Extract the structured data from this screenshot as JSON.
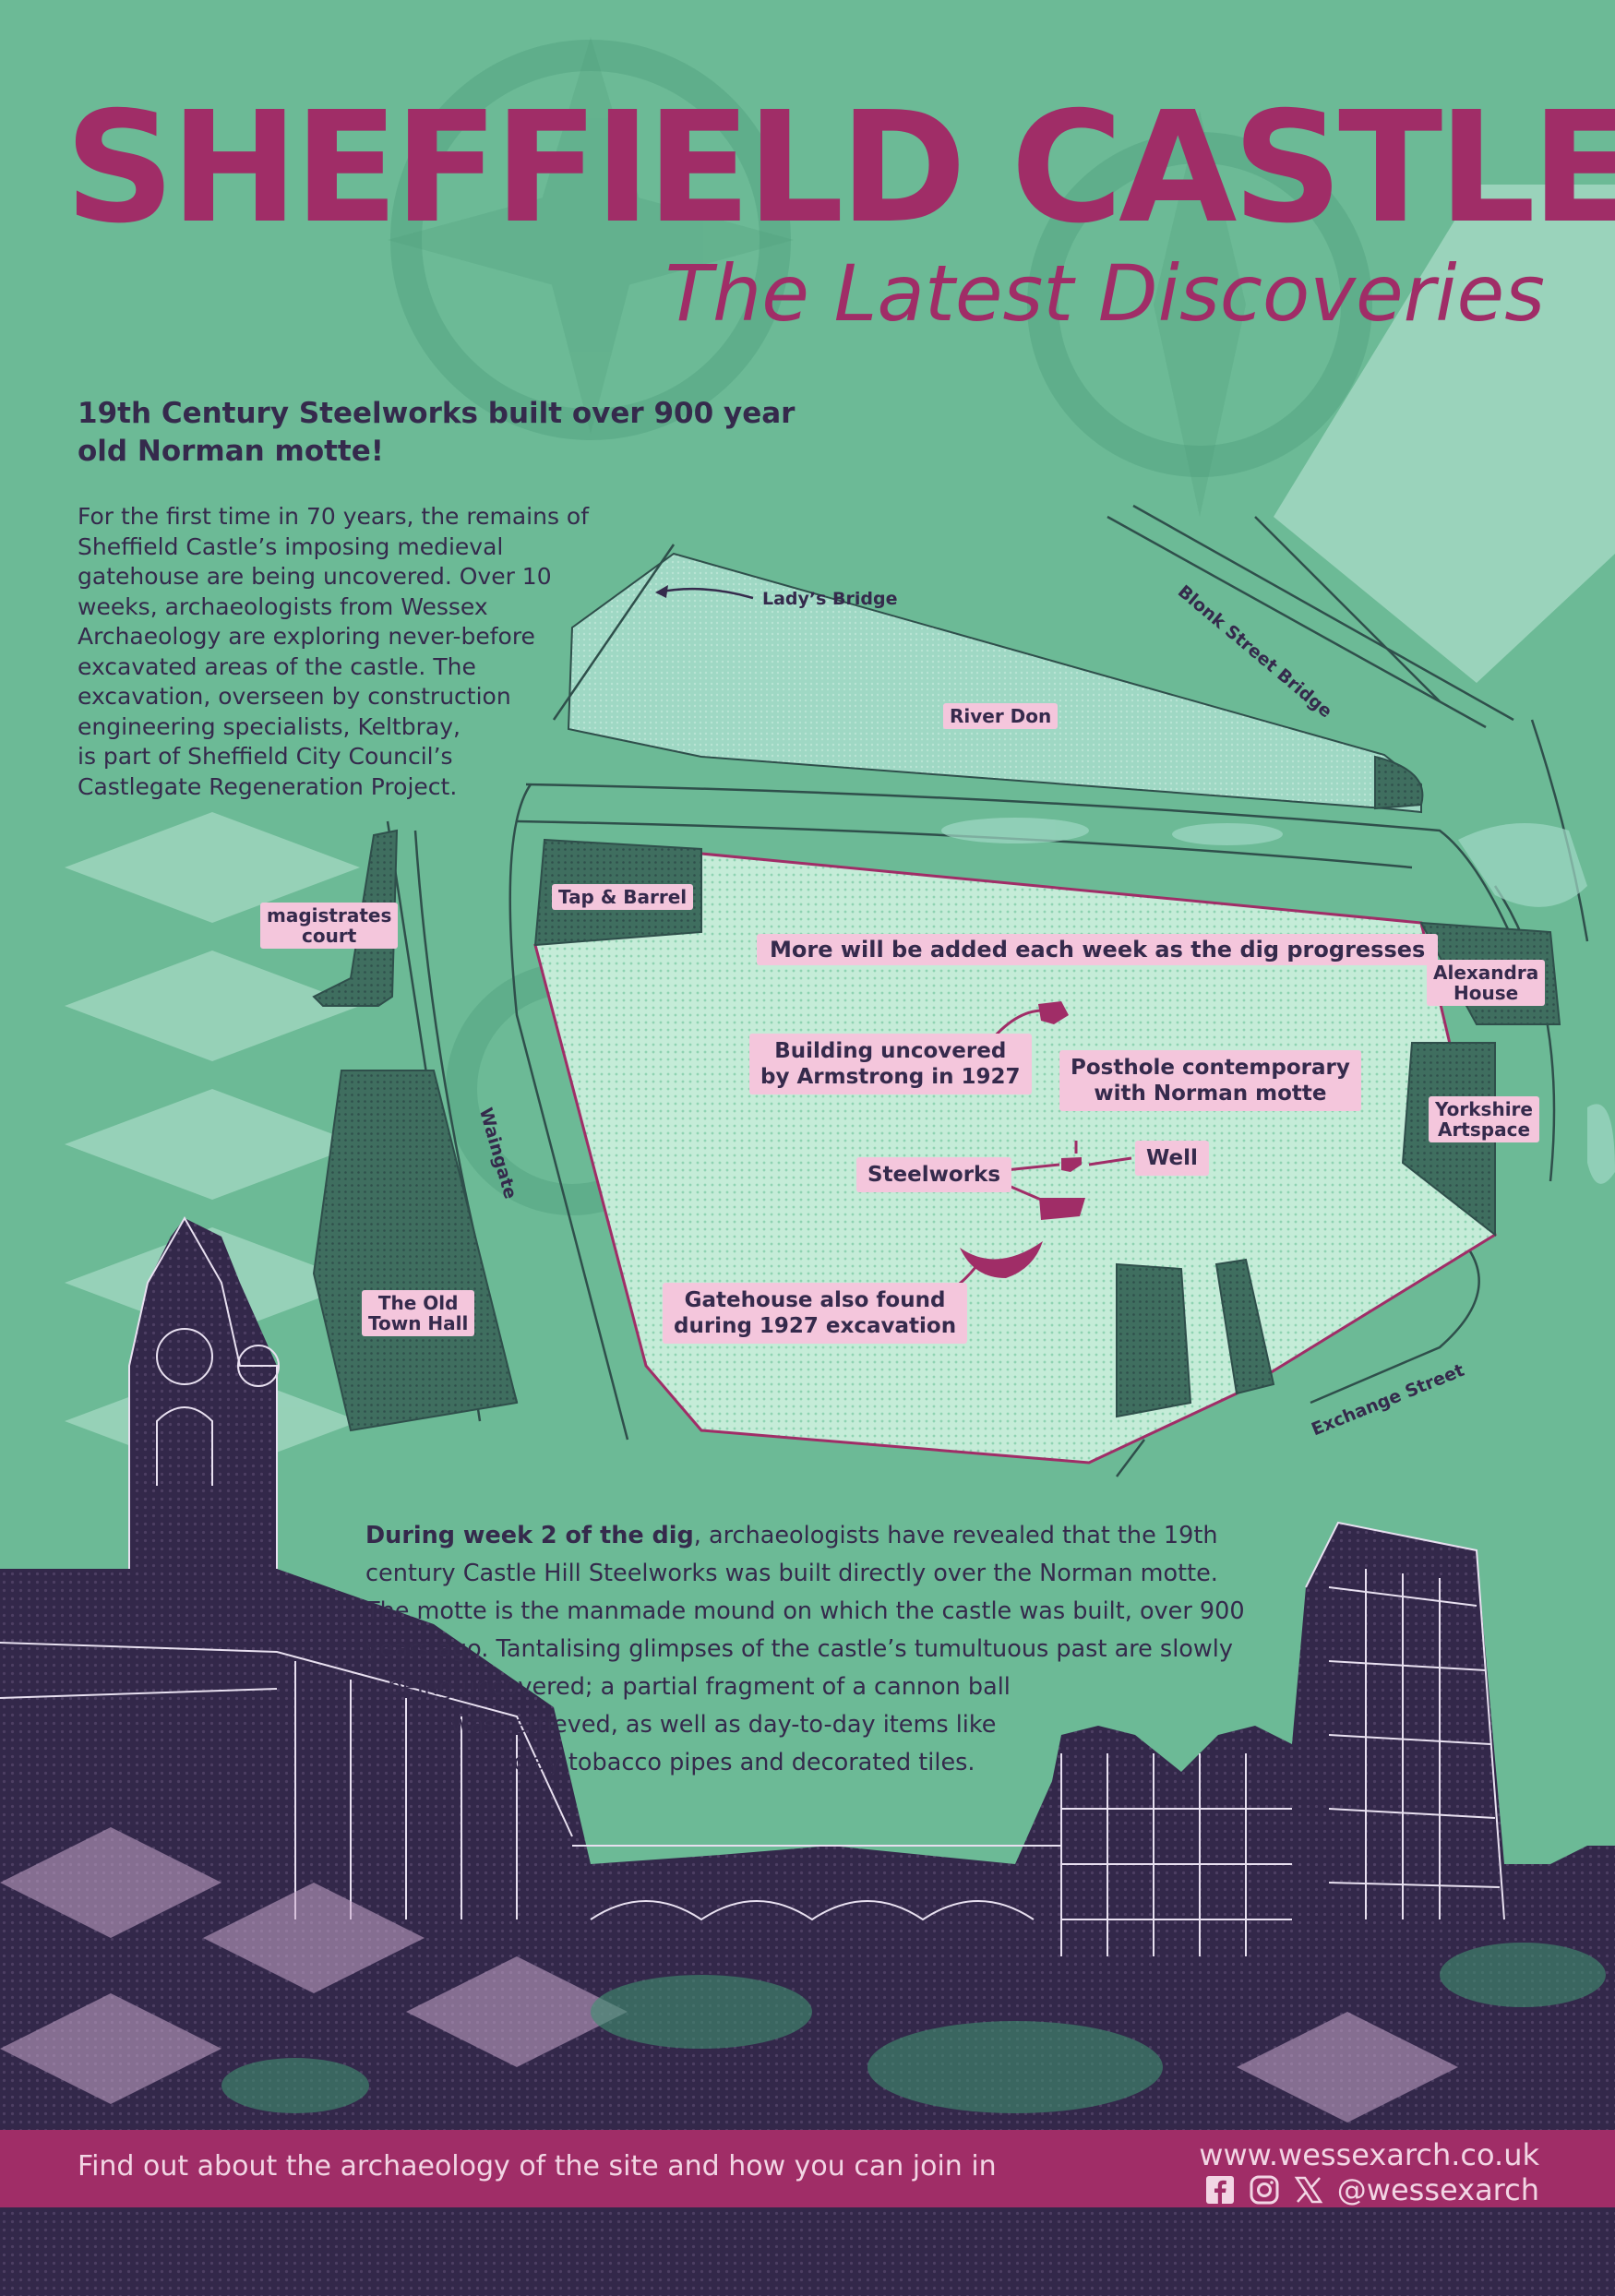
{
  "header": {
    "title": "SHEFFIELD CASTLE",
    "subtitle": "The Latest Discoveries"
  },
  "intro": {
    "headline_line1": "19th Century Steelworks built over 900 year",
    "headline_line2": "old Norman motte!",
    "body_lines": [
      "For the first time in 70 years, the remains of",
      "Sheffield Castle’s imposing medieval",
      "gatehouse are being uncovered. Over 10",
      "weeks, archaeologists from Wessex",
      "Archaeology are exploring never-before",
      "excavated areas of the castle. The",
      "excavation, overseen by construction",
      "engineering specialists, Keltbray,",
      "is part of Sheffield City Council’s",
      "Castlegate Regeneration Project."
    ]
  },
  "map": {
    "places": {
      "ladys_bridge": "Lady’s Bridge",
      "blonk_street_bridge": "Blonk Street Bridge",
      "river_don": "River Don",
      "tap_and_barrel": "Tap & Barrel",
      "magistrates_line1": "magistrates",
      "magistrates_line2": "court",
      "alexandra_line1": "Alexandra",
      "alexandra_line2": "House",
      "yorkshire_line1": "Yorkshire",
      "yorkshire_line2": "Artspace",
      "waingate": "Waingate",
      "old_town_hall_line1": "The Old",
      "old_town_hall_line2": "Town Hall",
      "exchange_street": "Exchange Street"
    },
    "notes": {
      "weekly": "More will be added each week as the dig progresses",
      "building_line1": "Building uncovered",
      "building_line2": "by Armstrong in 1927",
      "posthole_line1": "Posthole contemporary",
      "posthole_line2": "with Norman motte",
      "steelworks": "Steelworks",
      "well": "Well",
      "gatehouse_line1": "Gatehouse also found",
      "gatehouse_line2": "during 1927 excavation"
    }
  },
  "week2": {
    "lead": "During week 2 of the dig",
    "line1_rest": ", archaeologists have revealed that the 19th",
    "line2": "century Castle Hill Steelworks was built directly over the Norman motte.",
    "line3": "The motte is the manmade mound on which the castle was built, over 900",
    "line4": "years ago. Tantalising glimpses of the castle’s tumultuous past are slowly",
    "line5": "being uncovered; a partial fragment of a cannon ball",
    "line6": "was retrieved, as well as day-to-day items like",
    "line7": "clay tobacco pipes and decorated tiles."
  },
  "footer": {
    "call_to_action": "Find out about the archaeology of the site and how you can join in",
    "website": "www.wessexarch.co.uk",
    "social_handle": "@wessexarch",
    "social_icons": [
      "facebook-icon",
      "instagram-icon",
      "x-icon"
    ]
  },
  "colors": {
    "background": "#6cba96",
    "magenta": "#a02d67",
    "dark_purple": "#352a4c",
    "label_pink": "#f4c6dc",
    "site_mint": "#c5ecd8"
  }
}
